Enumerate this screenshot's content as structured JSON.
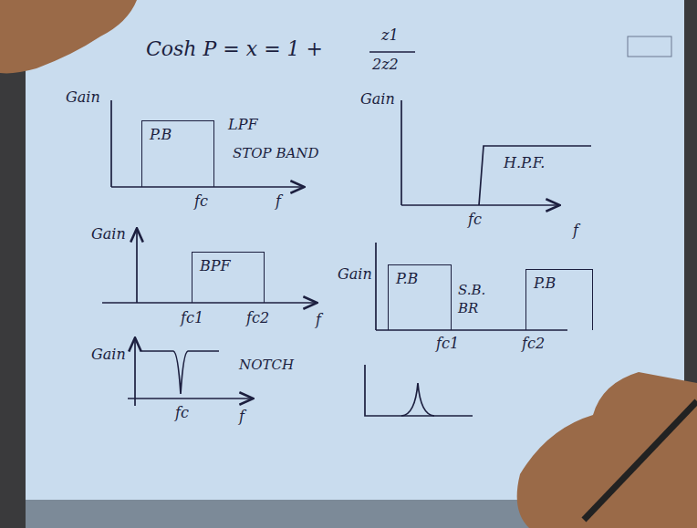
{
  "diagram": {
    "nodes": [
      {
        "text": [
          "P.B"
        ]
      },
      {
        "text": [
          "BPF"
        ]
      },
      {
        "text": [
          "P.B"
        ]
      },
      {
        "text": [
          "P.B"
        ]
      }
    ],
    "labels": [
      "Cosh P = x = 1 +",
      "z1",
      "2z2",
      "Gain",
      "LPF",
      "STOP BAND",
      "fc",
      "f",
      "Gain",
      "H.P.F.",
      "fc",
      "f",
      "Gain",
      "fc1",
      "fc2",
      "f",
      "Gain",
      "S.B.",
      "BR",
      "fc1",
      "fc2",
      "Gain",
      "NOTCH",
      "fc",
      "f"
    ]
  }
}
